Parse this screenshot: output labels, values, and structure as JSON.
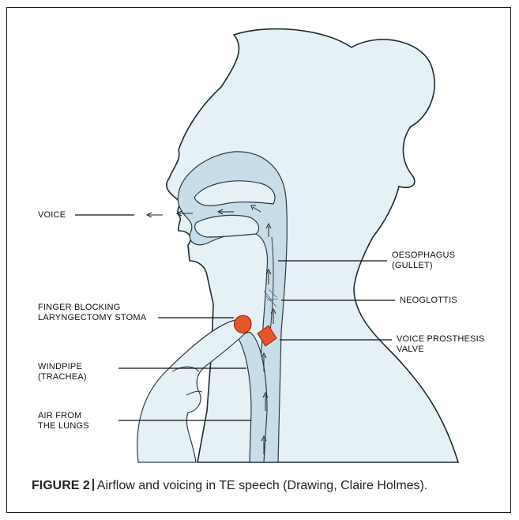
{
  "labels": {
    "voice": "VOICE",
    "oesophagus": [
      "OESOPHAGUS",
      "(GULLET)"
    ],
    "neoglottis": "NEOGLOTTIS",
    "finger": [
      "FINGER BLOCKING",
      "LARYNGECTOMY STOMA"
    ],
    "prosthesis": [
      "VOICE PROSTHESIS",
      "VALVE"
    ],
    "windpipe": [
      "WINDPIPE",
      "(TRACHEA)"
    ],
    "air": [
      "AIR FROM",
      "THE LUNGS"
    ]
  },
  "caption": {
    "figure_label": "FIGURE 2",
    "text": "Airflow and voicing in TE speech (Drawing, Claire Holmes)."
  },
  "colors": {
    "skin": "#e6f1f6",
    "tract": "#c9dde8",
    "outline": "#1f2a30",
    "prosthesis": "#e8542a",
    "lines": "#111111"
  }
}
